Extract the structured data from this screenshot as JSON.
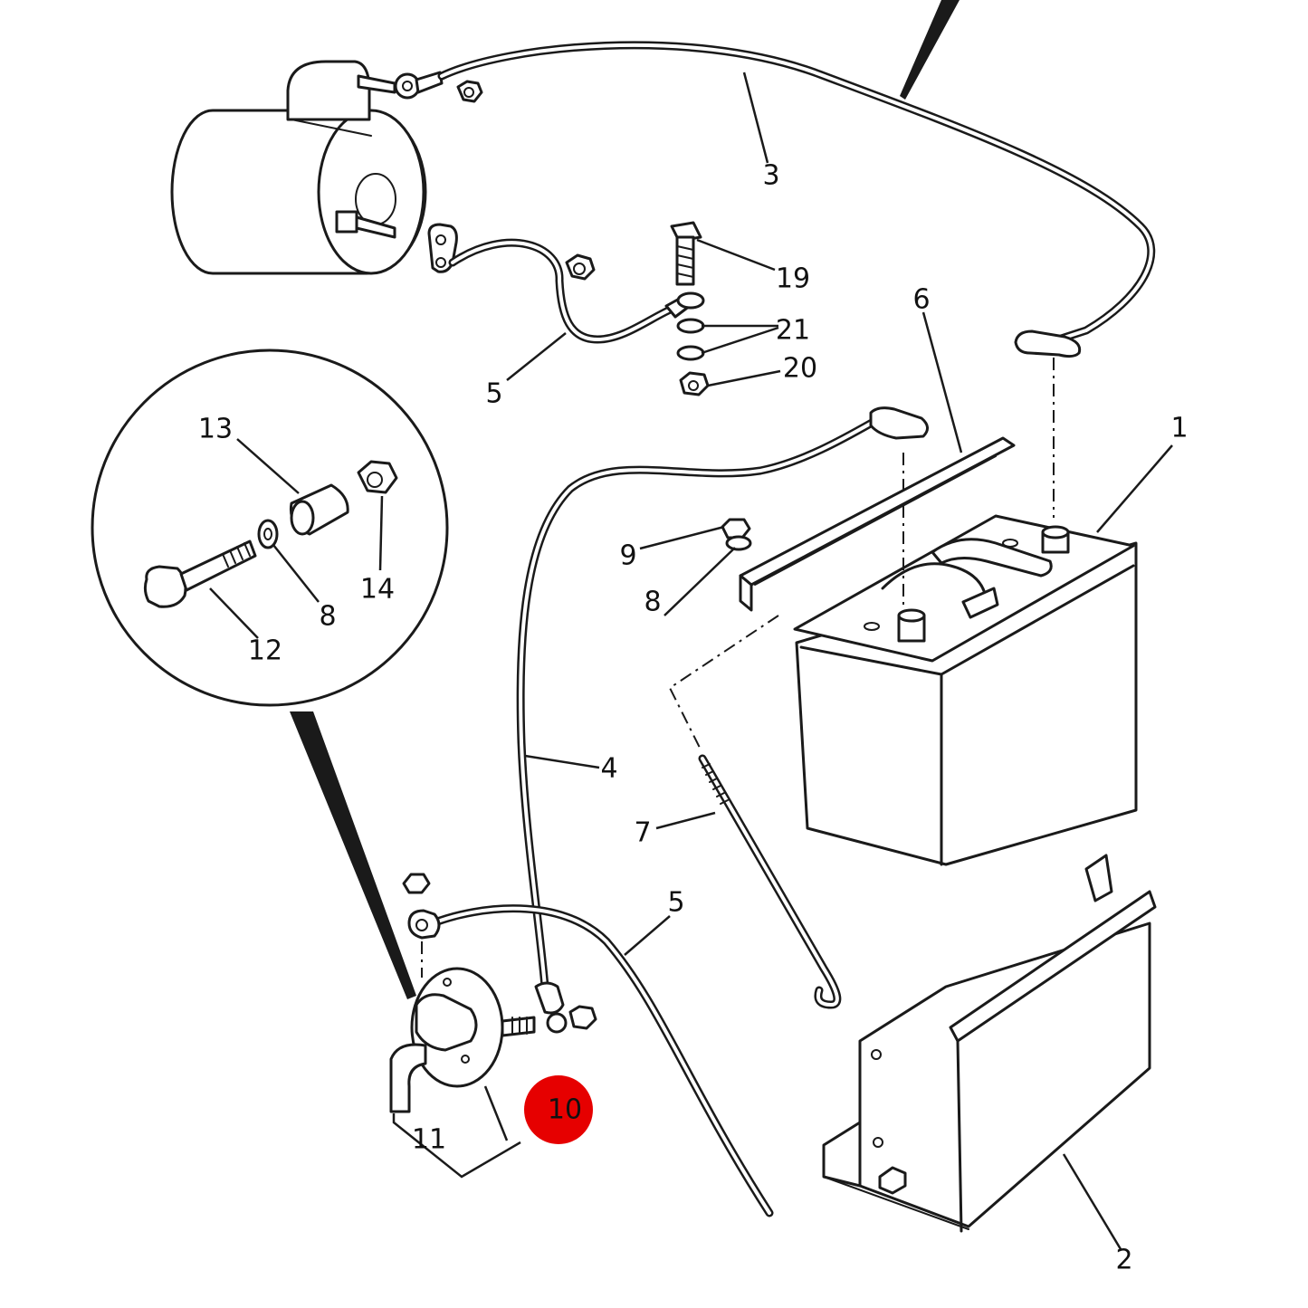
{
  "callouts": {
    "c1": "1",
    "c2": "2",
    "c3": "3",
    "c4": "4",
    "c5_upper": "5",
    "c5_lower": "5",
    "c6": "6",
    "c7": "7",
    "c8_main": "8",
    "c8_detail": "8",
    "c9": "9",
    "c11": "11",
    "c12": "12",
    "c13": "13",
    "c14": "14",
    "c19": "19",
    "c20": "20",
    "c21": "21"
  },
  "highlight": {
    "label": "10",
    "color": "#e60000",
    "text_color": "#111111"
  }
}
